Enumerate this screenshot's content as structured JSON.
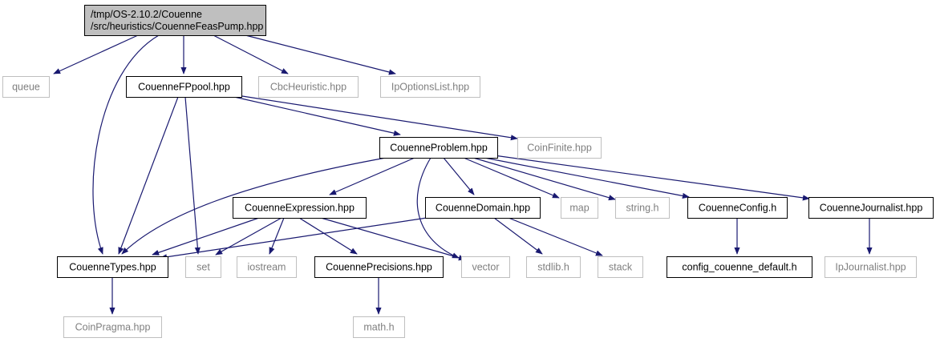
{
  "diagram": {
    "type": "include-dependency-graph",
    "colors": {
      "edge": "#191970",
      "node_border_internal": "#000000",
      "node_border_external": "#bfbfbf",
      "root_fill": "#bfbfbf",
      "node_fill": "#ffffff",
      "text_internal": "#000000",
      "text_external": "#7f7f7f"
    },
    "nodes": [
      {
        "id": "root",
        "lines": [
          "/tmp/OS-2.10.2/Couenne",
          "/src/heuristics/CouenneFeasPump.hpp"
        ],
        "kind": "root"
      },
      {
        "id": "queue",
        "lines": [
          "queue"
        ],
        "kind": "external"
      },
      {
        "id": "fppool",
        "lines": [
          "CouenneFPpool.hpp"
        ],
        "kind": "internal"
      },
      {
        "id": "cbcheur",
        "lines": [
          "CbcHeuristic.hpp"
        ],
        "kind": "external"
      },
      {
        "id": "ipoptlist",
        "lines": [
          "IpOptionsList.hpp"
        ],
        "kind": "external"
      },
      {
        "id": "problem",
        "lines": [
          "CouenneProblem.hpp"
        ],
        "kind": "internal"
      },
      {
        "id": "coinfinite",
        "lines": [
          "CoinFinite.hpp"
        ],
        "kind": "external"
      },
      {
        "id": "expression",
        "lines": [
          "CouenneExpression.hpp"
        ],
        "kind": "internal"
      },
      {
        "id": "domain",
        "lines": [
          "CouenneDomain.hpp"
        ],
        "kind": "internal"
      },
      {
        "id": "map",
        "lines": [
          "map"
        ],
        "kind": "external"
      },
      {
        "id": "stringh",
        "lines": [
          "string.h"
        ],
        "kind": "external"
      },
      {
        "id": "config",
        "lines": [
          "CouenneConfig.h"
        ],
        "kind": "internal"
      },
      {
        "id": "journalist",
        "lines": [
          "CouenneJournalist.hpp"
        ],
        "kind": "internal"
      },
      {
        "id": "types",
        "lines": [
          "CouenneTypes.hpp"
        ],
        "kind": "internal"
      },
      {
        "id": "set",
        "lines": [
          "set"
        ],
        "kind": "external"
      },
      {
        "id": "iostream",
        "lines": [
          "iostream"
        ],
        "kind": "external"
      },
      {
        "id": "precisions",
        "lines": [
          "CouennePrecisions.hpp"
        ],
        "kind": "internal"
      },
      {
        "id": "vector",
        "lines": [
          "vector"
        ],
        "kind": "external"
      },
      {
        "id": "stdlib",
        "lines": [
          "stdlib.h"
        ],
        "kind": "external"
      },
      {
        "id": "stack",
        "lines": [
          "stack"
        ],
        "kind": "external"
      },
      {
        "id": "configdefault",
        "lines": [
          "config_couenne_default.h"
        ],
        "kind": "internal"
      },
      {
        "id": "ipjournalist",
        "lines": [
          "IpJournalist.hpp"
        ],
        "kind": "external"
      },
      {
        "id": "coinpragma",
        "lines": [
          "CoinPragma.hpp"
        ],
        "kind": "external"
      },
      {
        "id": "mathh",
        "lines": [
          "math.h"
        ],
        "kind": "external"
      }
    ],
    "edges": [
      [
        "root",
        "queue"
      ],
      [
        "root",
        "fppool"
      ],
      [
        "root",
        "cbcheur"
      ],
      [
        "root",
        "ipoptlist"
      ],
      [
        "root",
        "types"
      ],
      [
        "fppool",
        "problem"
      ],
      [
        "fppool",
        "coinfinite"
      ],
      [
        "fppool",
        "types"
      ],
      [
        "fppool",
        "set"
      ],
      [
        "problem",
        "expression"
      ],
      [
        "problem",
        "domain"
      ],
      [
        "problem",
        "map"
      ],
      [
        "problem",
        "stringh"
      ],
      [
        "problem",
        "config"
      ],
      [
        "problem",
        "journalist"
      ],
      [
        "problem",
        "types"
      ],
      [
        "problem",
        "vector"
      ],
      [
        "expression",
        "types"
      ],
      [
        "expression",
        "set"
      ],
      [
        "expression",
        "iostream"
      ],
      [
        "expression",
        "precisions"
      ],
      [
        "expression",
        "vector"
      ],
      [
        "domain",
        "types"
      ],
      [
        "domain",
        "stdlib"
      ],
      [
        "domain",
        "stack"
      ],
      [
        "config",
        "configdefault"
      ],
      [
        "journalist",
        "ipjournalist"
      ],
      [
        "types",
        "coinpragma"
      ],
      [
        "precisions",
        "mathh"
      ]
    ]
  }
}
